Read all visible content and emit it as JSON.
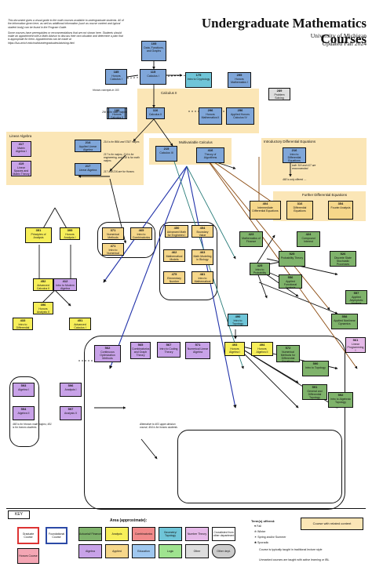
{
  "header": {
    "title": "Undergraduate Mathematics Courses",
    "university": "University of Michigan",
    "updated": "Updated Fall 2024"
  },
  "intro": {
    "p1": "This document gives a visual guide to the math courses available to undergraduate students. All of the information given here, as well as additional information (such as course content and typical student body) can be found in the Program Guide.",
    "p2": "Some courses have prerequisites or recommendations that are not shown here. Students should make an appointment with a Math Advisor to discuss their own situation and determine a plan that is appropriate for them. Appointments can be made at https://lsa.umich.edu/math/undergraduates/advising.html"
  },
  "sections": {
    "calculus_ii": "Calculus II",
    "linear_algebra": "Linear Algebra",
    "multivariable": "Multivariable Calculus",
    "intro_de": "Introductory Differential Equations",
    "further_de": "Further Differential Equations"
  },
  "notes": {
    "n217": "214 is for BBA and STAT majors",
    "n215": "217 is for majors, 214 is for engineering, and 218 is for math majors",
    "n256": "256 is for math majors",
    "n294": "217 and 216 are for Honors",
    "n396": "both 316 and 417 are recommended",
    "n412": "465 is only offered ....",
    "n451": "465 is for Honors math majors; 451 is for honors students",
    "n404": "Alternative to 403 upper-division course; 404 is for honors students",
    "n289": "Honors concepts in 103"
  },
  "courses": [
    {
      "num": "105",
      "name": "Data, Functions, and Graphs"
    },
    {
      "num": "115",
      "name": "Calculus I"
    },
    {
      "num": "116",
      "name": "Calculus II"
    },
    {
      "num": "156",
      "name": "Applied Honors Calculus II"
    },
    {
      "num": "175",
      "name": "Intro to Cryptology"
    },
    {
      "num": "185",
      "name": "Honors Calculus I"
    },
    {
      "num": "186",
      "name": "Honors Calculus II"
    },
    {
      "num": "295",
      "name": "Honors Mathematics I"
    },
    {
      "num": "296",
      "name": "Honors Mathematics II"
    },
    {
      "num": "289",
      "name": "Problem Solving"
    },
    {
      "num": "214",
      "name": "Applied Linear Algebra"
    },
    {
      "num": "215",
      "name": "Calculus III"
    },
    {
      "num": "216",
      "name": "Intro to Differential Equations"
    },
    {
      "num": "217",
      "name": "Linear Algebra"
    },
    {
      "num": "256",
      "name": "Applied Honors Calculus IV"
    },
    {
      "num": "316",
      "name": "Differential Equations"
    },
    {
      "num": "351",
      "name": "Principles of Analysis"
    },
    {
      "num": "354",
      "name": "Fourier Analysis"
    },
    {
      "num": "371",
      "name": "Numerical Methods"
    },
    {
      "num": "395",
      "name": "Honors Analysis I"
    },
    {
      "num": "396",
      "name": "Honors Analysis II"
    },
    {
      "num": "404",
      "name": "Intermediate Differential Equations"
    },
    {
      "num": "412",
      "name": "Intro to Modern Algebra"
    },
    {
      "num": "416",
      "name": "Theory of Algorithms"
    },
    {
      "num": "417",
      "name": "Matrix Algebra I"
    },
    {
      "num": "419",
      "name": "Linear Spaces and Matrix Theory"
    },
    {
      "num": "423",
      "name": "Mathematics of Finance"
    },
    {
      "num": "424",
      "name": "Compound Interest"
    },
    {
      "num": "425",
      "name": "Intro to Probability"
    },
    {
      "num": "433",
      "name": "Intro to Differential Geometry"
    },
    {
      "num": "450",
      "name": "Advanced Math for Engineers I"
    },
    {
      "num": "451",
      "name": "Advanced Calculus I"
    },
    {
      "num": "452",
      "name": "Advanced Calculus II"
    },
    {
      "num": "454",
      "name": "Boundary Value Problems"
    },
    {
      "num": "462",
      "name": "Mathematical Models"
    },
    {
      "num": "463",
      "name": "Math Modeling in Biology"
    },
    {
      "num": "465",
      "name": "Intro to Combinatorics"
    },
    {
      "num": "471",
      "name": "Intro to Numerical Methods"
    },
    {
      "num": "475",
      "name": "Elementary Number Theory"
    },
    {
      "num": "481",
      "name": "Intro to Mathematical Logic"
    },
    {
      "num": "490",
      "name": "Intro to Topology"
    },
    {
      "num": "493",
      "name": "Honors Algebra I"
    },
    {
      "num": "494",
      "name": "Honors Algebra II"
    },
    {
      "num": "525",
      "name": "Probability Theory"
    },
    {
      "num": "526",
      "name": "Discrete State Stochastic Processes"
    },
    {
      "num": "556",
      "name": "Applied Functional Analysis"
    },
    {
      "num": "557",
      "name": "Applied Asymptotic Analysis"
    },
    {
      "num": "558",
      "name": "Applied Nonlinear Dynamics"
    },
    {
      "num": "561",
      "name": "Linear Programming I"
    },
    {
      "num": "562",
      "name": "Continuous Optimization Methods"
    },
    {
      "num": "565",
      "name": "Combinatorics and Graph Theory"
    },
    {
      "num": "567",
      "name": "Intro to Coding Theory"
    },
    {
      "num": "571",
      "name": "Numerical Linear Algebra"
    },
    {
      "num": "572",
      "name": "Numerical Methods for Differential Equations"
    },
    {
      "num": "590",
      "name": "Intro to Topology"
    },
    {
      "num": "591",
      "name": "General and Differential Topology"
    },
    {
      "num": "592",
      "name": "Intro to Algebraic Topology"
    },
    {
      "num": "593",
      "name": "Algebra I"
    },
    {
      "num": "594",
      "name": "Algebra II"
    },
    {
      "num": "596",
      "name": "Analysis I"
    },
    {
      "num": "597",
      "name": "Analysis II"
    }
  ],
  "legend": {
    "key": "KEY",
    "area_title": "Area (approximate):",
    "graduate": "Graduate Course",
    "foundational": "Foundational Course",
    "honors": "Honors Course",
    "areas": [
      "Actuarial/ Finance",
      "Analysis",
      "Combinatorics",
      "Geometry/ Topology",
      "Number Theory",
      "Crosslisted from other department",
      "Algebra",
      "Applied",
      "Education",
      "Logic",
      "Other",
      "Other dept."
    ],
    "terms_title": "Term(s) offered:",
    "terms": [
      "Fall",
      "Winter",
      "Spring and/or Summer",
      "Sporadic"
    ],
    "related": "Course with related content",
    "traditional": "Course is typically taught in traditional lecture style",
    "ibl": "Unmarked courses are taught with active learning or IBL"
  },
  "colors": {
    "analysis": "#f7ef5a",
    "algebra": "#c8a2e8",
    "applied": "#f6d78a",
    "actuarial": "#7fb36b",
    "geometry": "#6fc5d8",
    "combinatorics": "#f08a8a",
    "number": "#e5b9e8",
    "logic": "#9fe38f",
    "education": "#9fc7ef",
    "other": "#dddddd",
    "calc": "#7fa6d9",
    "honors": "#f4a6b4"
  }
}
